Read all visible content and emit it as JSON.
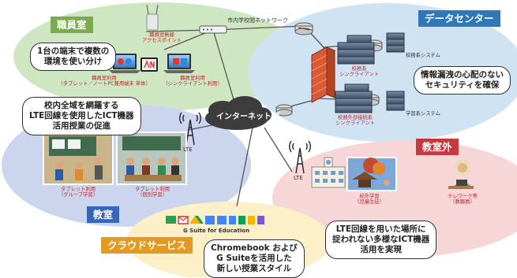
{
  "colors": {
    "staff_zone": "#cfe6c2",
    "staff_tag": "#7cab4f",
    "datacenter_zone": "#cfe3f3",
    "datacenter_tag": "#2f78b8",
    "classroom_zone": "#cbd6ee",
    "classroom_tag": "#3a64b5",
    "outside_zone": "#f6d6d6",
    "outside_tag": "#c6393f",
    "cloudservice_zone": "#fdf0c8",
    "cloudservice_tag": "#e39a21",
    "red_text": "#c0262b",
    "internet_cloud": "#3c3c3c"
  },
  "staff": {
    "tag": "職員室",
    "callout": [
      "1台の端末で複数の",
      "環境を使い分け"
    ],
    "ap_label": [
      "職員室無線",
      "アクセスポイント"
    ],
    "pc_left_label": [
      "職員室利用",
      "（タブレット／ノートPC兼用端末 単体）"
    ],
    "pc_right_label": [
      "職員室利用",
      "（シンクライアント利用）"
    ]
  },
  "network": {
    "city_network_label": "市内学校間ネットワーク",
    "internet_label": "インターネット網",
    "lte_left": "LTE",
    "lte_right": "LTE"
  },
  "datacenter": {
    "tag": "データセンター",
    "school_affairs_client": [
      "校務系",
      "シンクライアント"
    ],
    "school_affairs_system": "校務系システム",
    "external_client": [
      "校務外部接続系",
      "シンクライアント"
    ],
    "learning_system": "学習系システム",
    "callout": [
      "情報漏洩の心配のない",
      "セキュリティを確保"
    ]
  },
  "classroom": {
    "tag": "教室",
    "callout": [
      "校内全域を網羅する",
      "LTE回線を使用したICT機器",
      "活用授業の促進"
    ],
    "group_label": [
      "タブレット利用",
      "（グループ学習）"
    ],
    "individual_label": [
      "タブレット利用",
      "（個別学習）"
    ]
  },
  "outside": {
    "tag": "教室外",
    "field_trip_label": [
      "校外学習",
      "（児童生徒）"
    ],
    "telework_label": [
      "テレワーク等",
      "（教職員）"
    ],
    "callout": [
      "LTE回線を用いた場所に",
      "捉われない多様なICT機器",
      "活用を実現"
    ]
  },
  "cloud_service": {
    "tag": "クラウドサービス",
    "gsuite_label": "G Suite for Education",
    "app_icons": [
      "Classroom",
      "Gmail",
      "Drive",
      "Calendar",
      "Docs",
      "Sheets",
      "Slides",
      "Forms"
    ],
    "callout": [
      "Chromebook および",
      "G Suiteを活用した",
      "新しい授業スタイル"
    ]
  }
}
